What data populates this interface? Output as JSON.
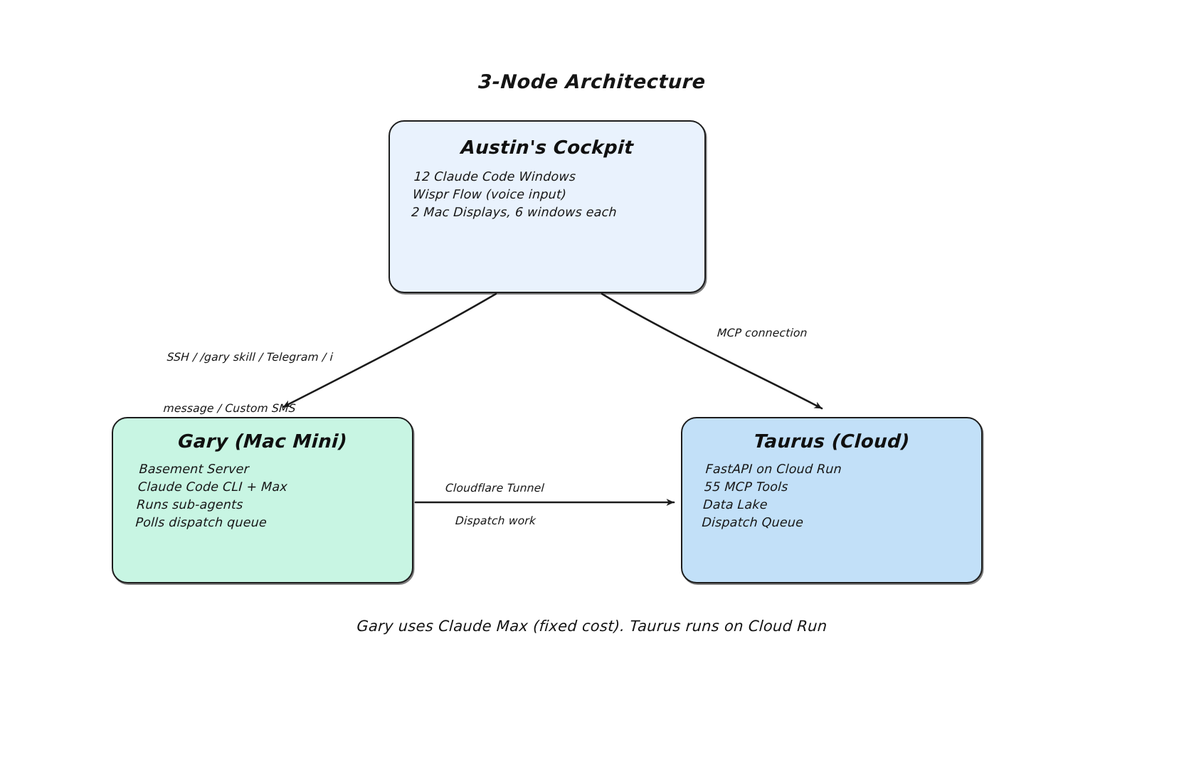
{
  "diagram": {
    "title": "3-Node Architecture",
    "caption": "Gary uses Claude Max (fixed cost). Taurus runs on Cloud Run",
    "colors": {
      "cockpit_fill": "#e9f2fd",
      "gary_fill": "#c8f5e3",
      "taurus_fill": "#c2e0f8",
      "stroke": "#1d1d1d",
      "background": "#ffffff"
    },
    "nodes": [
      {
        "id": "cockpit",
        "title": "Austin's Cockpit",
        "lines": [
          "12 Claude Code Windows",
          "Wispr Flow (voice input)",
          "2 Mac Displays, 6 windows each"
        ]
      },
      {
        "id": "gary",
        "title": "Gary (Mac Mini)",
        "lines": [
          "Basement Server",
          "Claude Code CLI + Max",
          "Runs sub-agents",
          "Polls dispatch queue"
        ]
      },
      {
        "id": "taurus",
        "title": "Taurus (Cloud)",
        "lines": [
          "FastAPI on Cloud Run",
          "55 MCP Tools",
          "Data Lake",
          "Dispatch Queue"
        ]
      }
    ],
    "edges": [
      {
        "id": "cockpit-to-gary",
        "from": "cockpit",
        "to": "gary",
        "label_line1": "SSH / /gary skill / Telegram / i",
        "label_line2": "message / Custom SMS"
      },
      {
        "id": "cockpit-to-taurus",
        "from": "cockpit",
        "to": "taurus",
        "label": "MCP connection"
      },
      {
        "id": "gary-to-taurus",
        "from": "gary",
        "to": "taurus",
        "label_above": "Cloudflare Tunnel",
        "label_below": "Dispatch work"
      }
    ]
  }
}
